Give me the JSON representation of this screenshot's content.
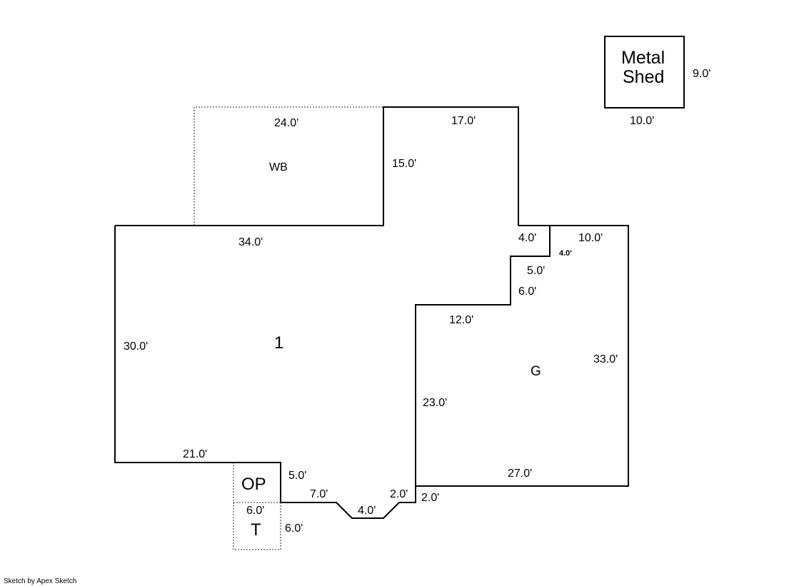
{
  "areas": {
    "main": "1",
    "wb": "WB",
    "garage": "G",
    "op": "OP",
    "t": "T",
    "shed_line1": "Metal",
    "shed_line2": "Shed"
  },
  "dims": {
    "wb_top": "24.0'",
    "wb_right": "15.0'",
    "top_17": "17.0'",
    "step_4a": "4.0'",
    "garage_top": "10.0'",
    "step_4b": "4.0'",
    "step_5": "5.0'",
    "step_6": "6.0'",
    "garage_12": "12.0'",
    "main_34": "34.0'",
    "main_30": "30.0'",
    "garage_33": "33.0'",
    "garage_23": "23.0'",
    "garage_27": "27.0'",
    "main_21": "21.0'",
    "op_5": "5.0'",
    "bottom_7": "7.0'",
    "bottom_4": "4.0'",
    "bottom_2a": "2.0'",
    "bottom_2b": "2.0'",
    "op_6": "6.0'",
    "t_6": "6.0'",
    "shed_9": "9.0'",
    "shed_10": "10.0'"
  },
  "credit": "Sketch by Apex Sketch"
}
